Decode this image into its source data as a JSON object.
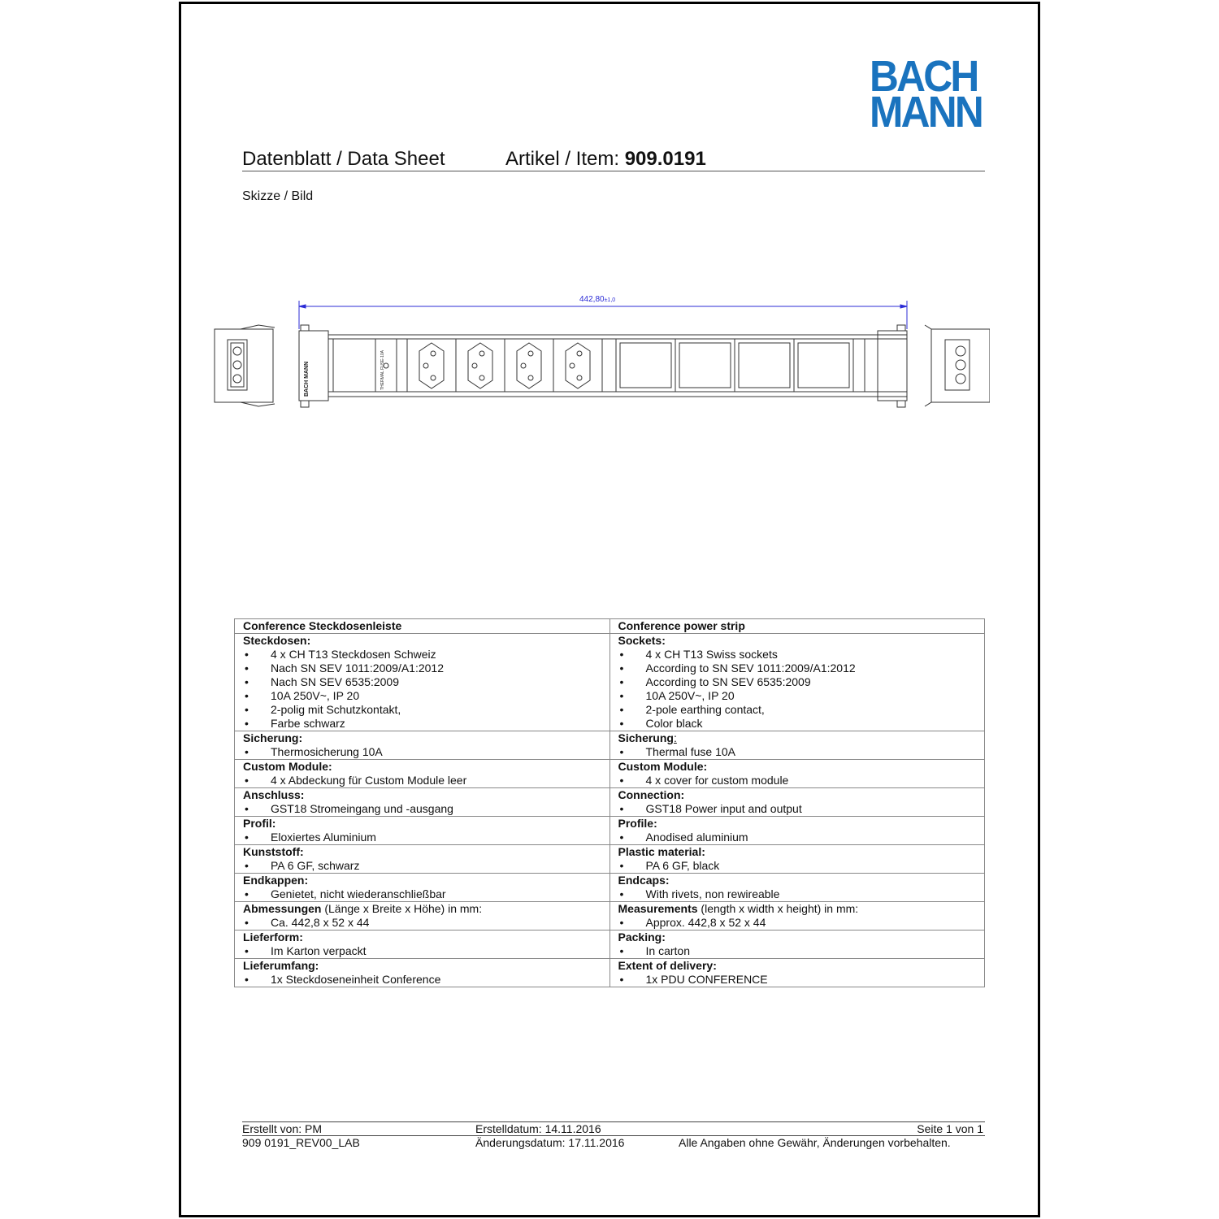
{
  "brand": {
    "logo_line1": "BACH",
    "logo_line2": "MANN",
    "color": "#1a73be"
  },
  "header": {
    "title": "Datenblatt / Data Sheet",
    "item_label": "Artikel / Item: ",
    "item_number": "909.0191",
    "subtitle": "Skizze / Bild"
  },
  "drawing": {
    "dimension_value": "442,80",
    "dimension_tolerance": "±1,0",
    "dimension_color": "#2b2bd6",
    "fuse_label_1": "THERMAL",
    "fuse_label_2": "FUSE-10A",
    "body_logo": "BACH MANN",
    "socket_count": 4,
    "module_count": 4
  },
  "spec_table": {
    "header_de": "Conference Steckdosenleiste",
    "header_en": "Conference power strip",
    "sections": [
      {
        "de_title": "Steckdosen:",
        "de_items": [
          "4 x CH T13 Steckdosen Schweiz",
          "Nach SN SEV 1011:2009/A1:2012",
          "Nach SN SEV 6535:2009",
          "10A 250V~, IP 20",
          "2-polig mit Schutzkontakt,",
          "Farbe schwarz"
        ],
        "en_title": "Sockets:",
        "en_items": [
          "4 x CH T13 Swiss sockets",
          "According to SN SEV 1011:2009/A1:2012",
          "According to SN SEV 6535:2009",
          "10A 250V~, IP 20",
          "2-pole earthing contact,",
          "Color black"
        ]
      },
      {
        "de_title": "Sicherung:",
        "de_items": [
          "Thermosicherung 10A"
        ],
        "en_title": "Sicherung",
        "en_title_suffix": ":",
        "en_items": [
          "Thermal fuse 10A"
        ]
      },
      {
        "de_title": "Custom Module:",
        "de_items": [
          "4 x Abdeckung für Custom Module leer"
        ],
        "en_title": "Custom Module:",
        "en_items": [
          "4 x cover for custom module"
        ]
      },
      {
        "de_title": "Anschluss:",
        "de_items": [
          "GST18 Stromeingang und -ausgang"
        ],
        "en_title": "Connection:",
        "en_items": [
          "GST18 Power input and output"
        ]
      },
      {
        "de_title": "Profil:",
        "de_items": [
          "Eloxiertes Aluminium"
        ],
        "en_title": "Profile:",
        "en_items": [
          "Anodised aluminium"
        ]
      },
      {
        "de_title": "Kunststoff:",
        "de_items": [
          "PA 6 GF, schwarz"
        ],
        "en_title": "Plastic material:",
        "en_items": [
          "PA 6 GF, black"
        ]
      },
      {
        "de_title": "Endkappen:",
        "de_items": [
          "Genietet, nicht wiederanschließbar"
        ],
        "en_title": "Endcaps:",
        "en_items": [
          "With rivets, non rewireable"
        ]
      },
      {
        "de_title": "Abmessungen",
        "de_title_rest": " (Länge x Breite x Höhe) in mm:",
        "de_items": [
          "Ca. 442,8 x 52 x 44"
        ],
        "en_title": "Measurements",
        "en_title_rest": " (length x width x height) in mm:",
        "en_items": [
          "Approx. 442,8 x 52 x 44"
        ]
      },
      {
        "de_title": "Lieferform:",
        "de_items": [
          "Im Karton verpackt"
        ],
        "en_title": "Packing:",
        "en_items": [
          "In carton"
        ]
      },
      {
        "de_title": "Lieferumfang:",
        "de_items": [
          "1x Steckdoseneinheit Conference"
        ],
        "en_title": "Extent of delivery:",
        "en_items": [
          "1x PDU CONFERENCE"
        ]
      }
    ],
    "bullet": "•"
  },
  "footer": {
    "created_by": "Erstellt von: PM",
    "created_date": "Erstelldatum: 14.11.2016",
    "page": "Seite 1 von 1",
    "doc_id": "909 0191_REV00_LAB",
    "modified_date": "Änderungsdatum: 17.11.2016",
    "disclaimer": "Alle Angaben ohne Gewähr, Änderungen vorbehalten."
  }
}
